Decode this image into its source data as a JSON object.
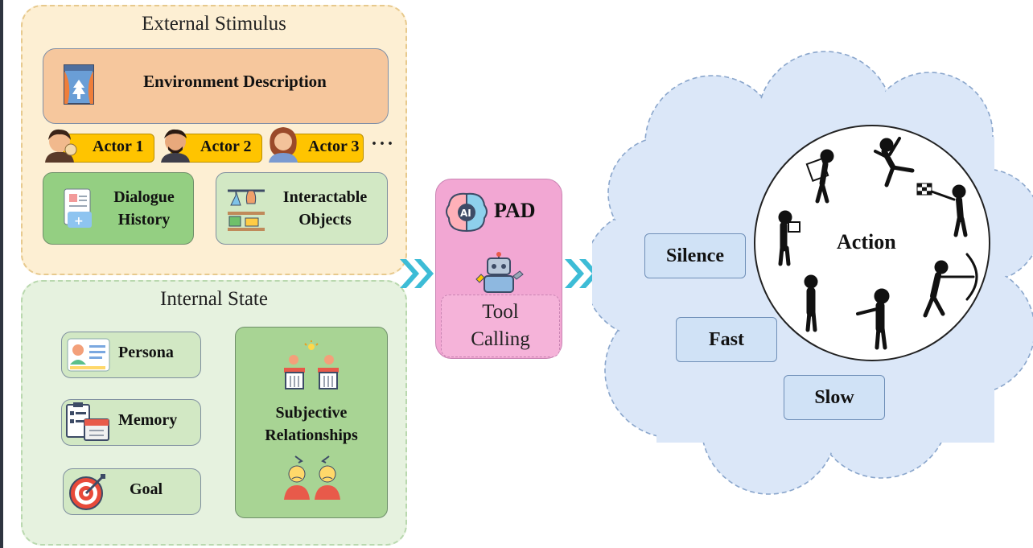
{
  "external": {
    "title": "External Stimulus",
    "environment": "Environment Description",
    "actors": [
      "Actor 1",
      "Actor 2",
      "Actor 3"
    ],
    "ellipsis": "···",
    "dialogue": [
      "Dialogue",
      "History"
    ],
    "objects": [
      "Interactable",
      "Objects"
    ]
  },
  "internal": {
    "title": "Internal State",
    "persona": "Persona",
    "memory": "Memory",
    "goal": "Goal",
    "relationships": [
      "Subjective",
      "Relationships"
    ]
  },
  "middle": {
    "pad": "PAD",
    "ai_badge": "AI",
    "tool": [
      "Tool",
      "Calling"
    ]
  },
  "output": {
    "action": "Action",
    "silence": "Silence",
    "fast": "Fast",
    "slow": "Slow"
  },
  "colors": {
    "external_bg": "#fdefd3",
    "internal_bg": "#e6f2df",
    "pad_bg": "#f2a7d3",
    "cloud_bg": "#dbe7f8",
    "arrow": "#3dbcd6",
    "actor": "#ffc400"
  }
}
